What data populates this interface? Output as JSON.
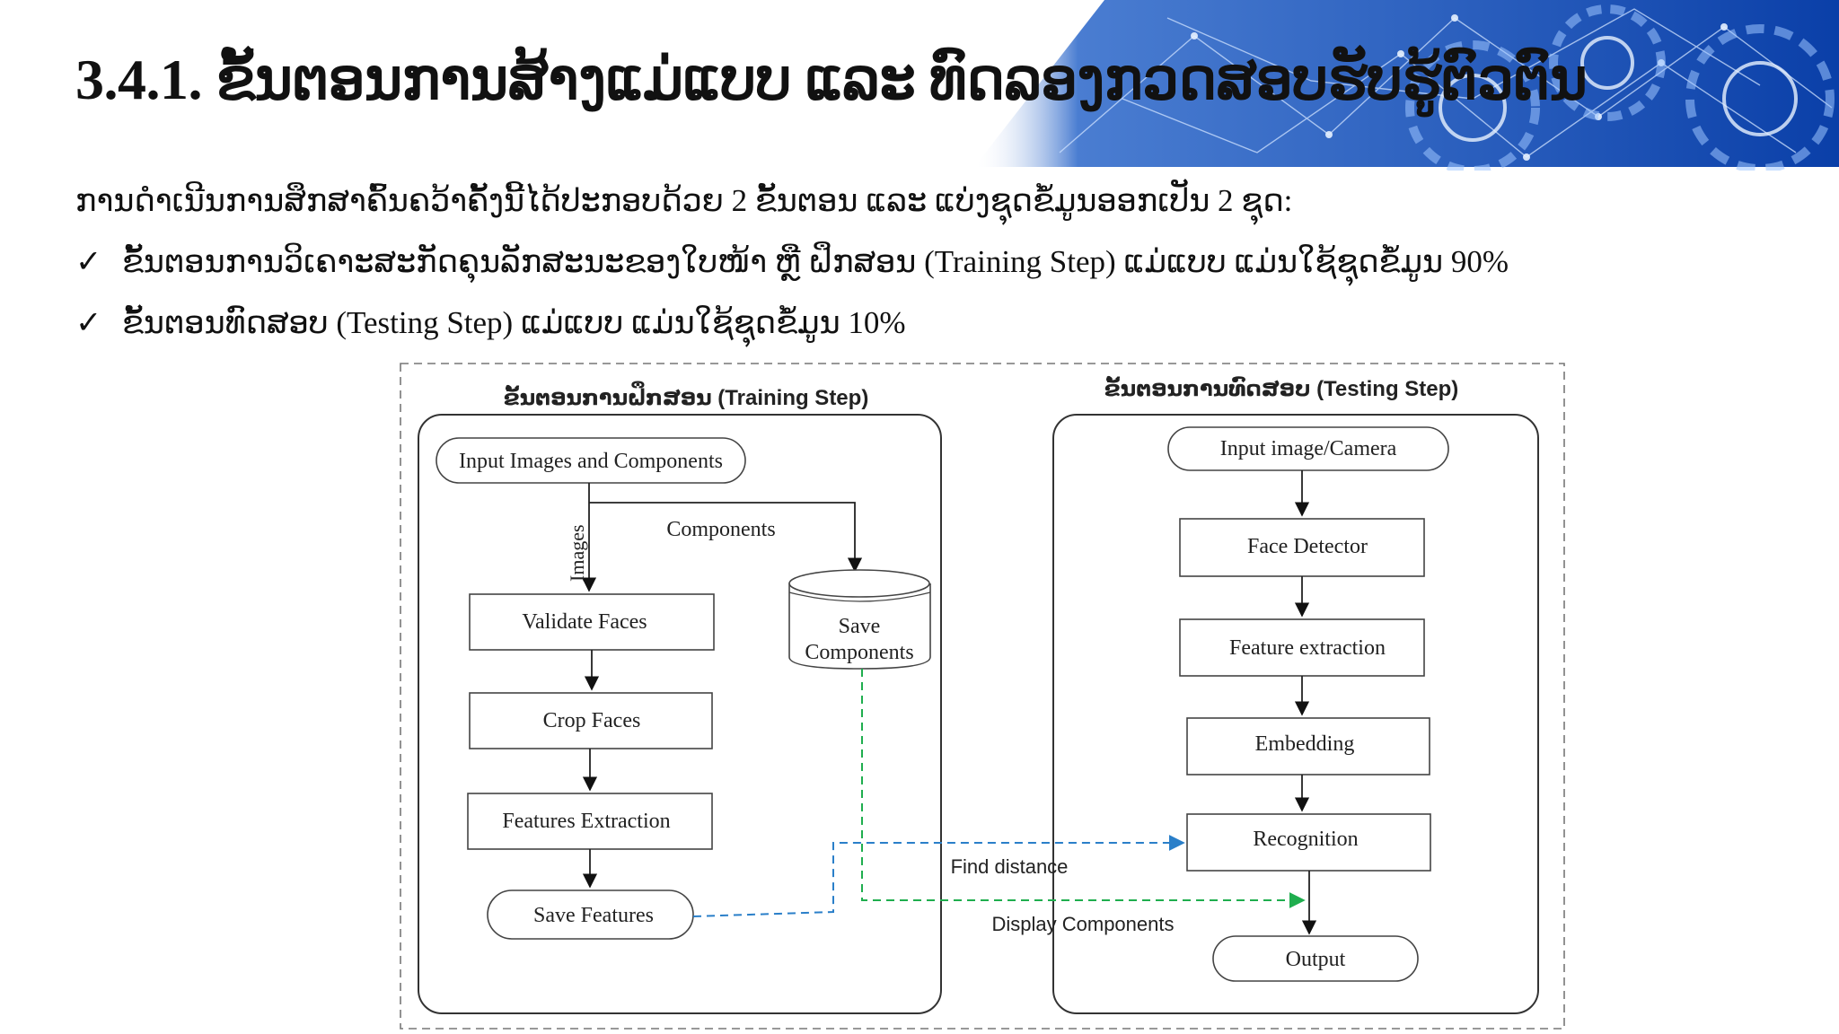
{
  "slide": {
    "title": "3.4.1. ຂັ້ນຕອນການສ້າງແມ່ແບບ ແລະ ທົດລອງກວດສອບຮັບຮູ້ຕົວຕົນ",
    "intro": "ການດຳເນີນການສຶກສາຄົ້ນຄວ້າຄັ້ງນີ້ໄດ້ປະກອບດ້ວຍ 2 ຂັ້ນຕອນ ແລະ ແບ່ງຊຸດຂໍ້ມູນອອກເປັນ 2 ຊຸດ:",
    "bullets": [
      {
        "mark": "✓",
        "text": "ຂັ້ນຕອນການວິເຄາະສະກັດຄຸນລັກສະນະຂອງໃບໜ້າ ຫຼື ຝຶກສອນ (Training Step) ແມ່ແບບ ແມ່ນໃຊ້ຊຸດຂໍ້ມູນ 90%"
      },
      {
        "mark": "✓",
        "text": "ຂັ້ນຕອນທົດສອບ (Testing Step) ແມ່ແບບ ແມ່ນໃຊ້ຊຸດຂໍ້ມູນ 10%"
      }
    ]
  },
  "diagram": {
    "training": {
      "heading": "ຂັ້ນຕອນການຝຶກສອນ (Training Step)",
      "input": "Input Images and Components",
      "images_label": "Images",
      "components_label": "Components",
      "validate": "Validate Faces",
      "crop": "Crop Faces",
      "features": "Features Extraction",
      "save_features": "Save Features",
      "save_components_1": "Save",
      "save_components_2": "Components"
    },
    "testing": {
      "heading": "ຂັ້ນຕອນການທົດສອບ (Testing Step)",
      "input": "Input image/Camera",
      "detector": "Face Detector",
      "extraction": "Feature extraction",
      "embedding": "Embedding",
      "recognition": "Recognition",
      "output": "Output"
    },
    "links": {
      "find_distance": "Find distance",
      "display_components": "Display Components"
    },
    "colors": {
      "find_distance_line": "#2a7fc9",
      "display_components_line": "#1fae4e"
    }
  },
  "banner": {
    "icon": "gears-network-icon",
    "base_color": "#1f5fc4"
  }
}
